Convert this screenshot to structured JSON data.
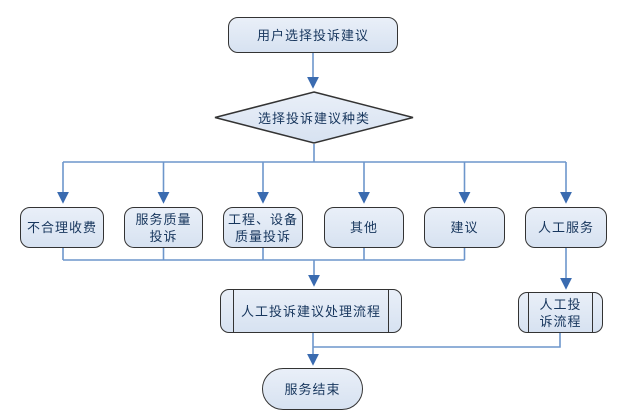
{
  "diagram": {
    "type": "flowchart",
    "nodes": {
      "start": {
        "label": "用户选择投诉建议",
        "shape": "terminator"
      },
      "decision": {
        "label": "选择投诉建议种类",
        "shape": "decision"
      },
      "categories": [
        {
          "label": "不合理收费"
        },
        {
          "label": "服务质量\n投诉"
        },
        {
          "label": "工程、设备\n质量投诉"
        },
        {
          "label": "其他"
        },
        {
          "label": "建议"
        },
        {
          "label": "人工服务"
        }
      ],
      "manual_suggestion_process": {
        "label": "人工投诉建议处理流程",
        "shape": "predefined-process"
      },
      "manual_complaint_process": {
        "label": "人工投\n诉流程",
        "shape": "predefined-process"
      },
      "end": {
        "label": "服务结束",
        "shape": "terminator"
      }
    },
    "colors": {
      "node_fill": "#DBE4F1",
      "node_border": "#333333",
      "text": "#17365D",
      "connector_line": "#6D96CB",
      "arrowhead": "#3A6BB0",
      "background": "#FFFFFF"
    }
  }
}
